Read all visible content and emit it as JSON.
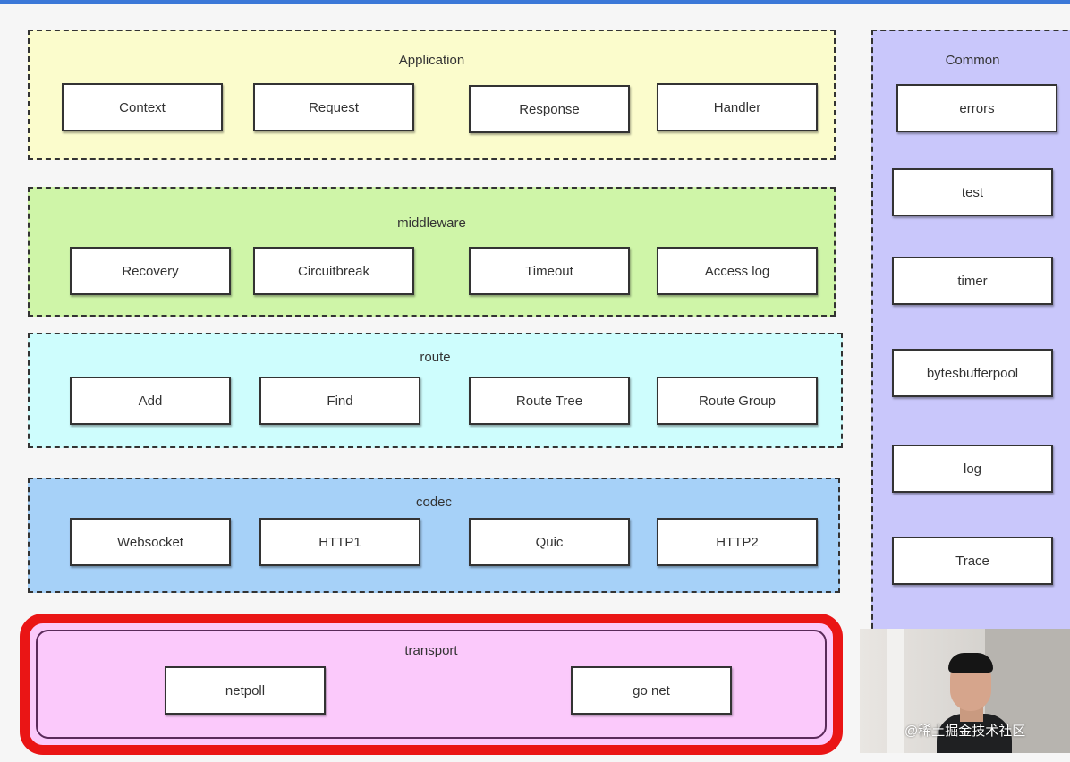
{
  "layers": {
    "application": {
      "title": "Application",
      "items": [
        "Context",
        "Request",
        "Response",
        "Handler"
      ]
    },
    "middleware": {
      "title": "middleware",
      "items": [
        "Recovery",
        "Circuitbreak",
        "Timeout",
        "Access log"
      ]
    },
    "route": {
      "title": "route",
      "items": [
        "Add",
        "Find",
        "Route Tree",
        "Route Group"
      ]
    },
    "codec": {
      "title": "codec",
      "items": [
        "Websocket",
        "HTTP1",
        "Quic",
        "HTTP2"
      ]
    },
    "transport": {
      "title": "transport",
      "items": [
        "netpoll",
        "go net"
      ]
    }
  },
  "common": {
    "title": "Common",
    "items": [
      "errors",
      "test",
      "timer",
      "bytesbufferpool",
      "log",
      "Trace"
    ]
  },
  "watermark": "@稀土掘金技术社区",
  "colors": {
    "application_bg": "#fbfccc",
    "middleware_bg": "#cff5a8",
    "route_bg": "#cefdfd",
    "codec_bg": "#a6d1f8",
    "transport_bg": "#fbc9fb",
    "transport_highlight": "#ea1515",
    "common_bg": "#c9c7fb"
  }
}
